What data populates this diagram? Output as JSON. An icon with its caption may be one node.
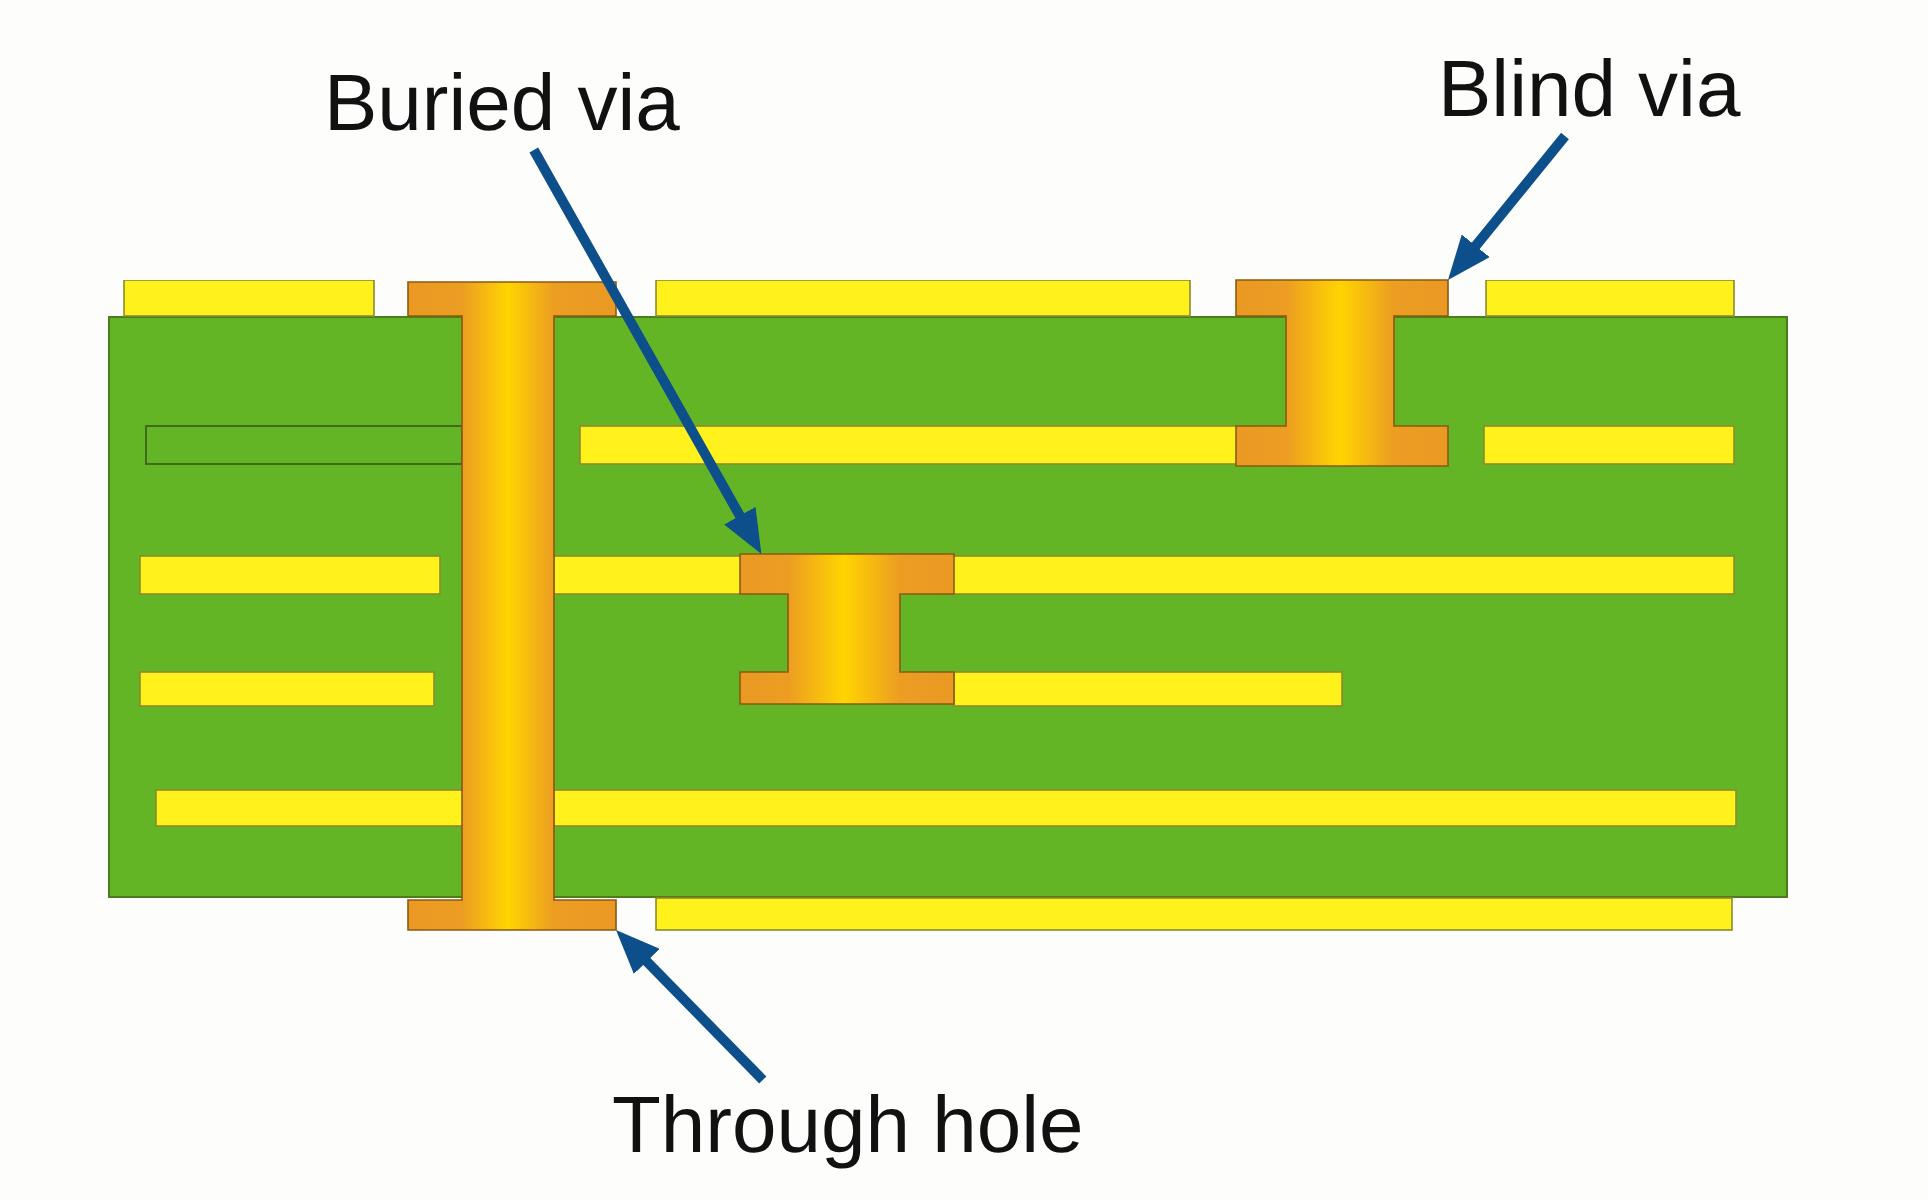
{
  "diagram": {
    "nodes": [
      {
        "text": [
          "Buried via"
        ]
      },
      {
        "text": [
          "Blind via"
        ]
      },
      {
        "text": [],
        "shape": "picture"
      },
      {
        "text": [],
        "shape": "picture"
      },
      {
        "text": [],
        "shape": "picture"
      },
      {
        "text": [
          "Through hole"
        ]
      }
    ],
    "edges": [
      {
        "from": 0,
        "to": 3,
        "arrow": "to"
      },
      {
        "from": 1,
        "to": 4,
        "arrow": "to"
      },
      {
        "from": 5,
        "to": 2,
        "arrow": "to"
      }
    ]
  }
}
